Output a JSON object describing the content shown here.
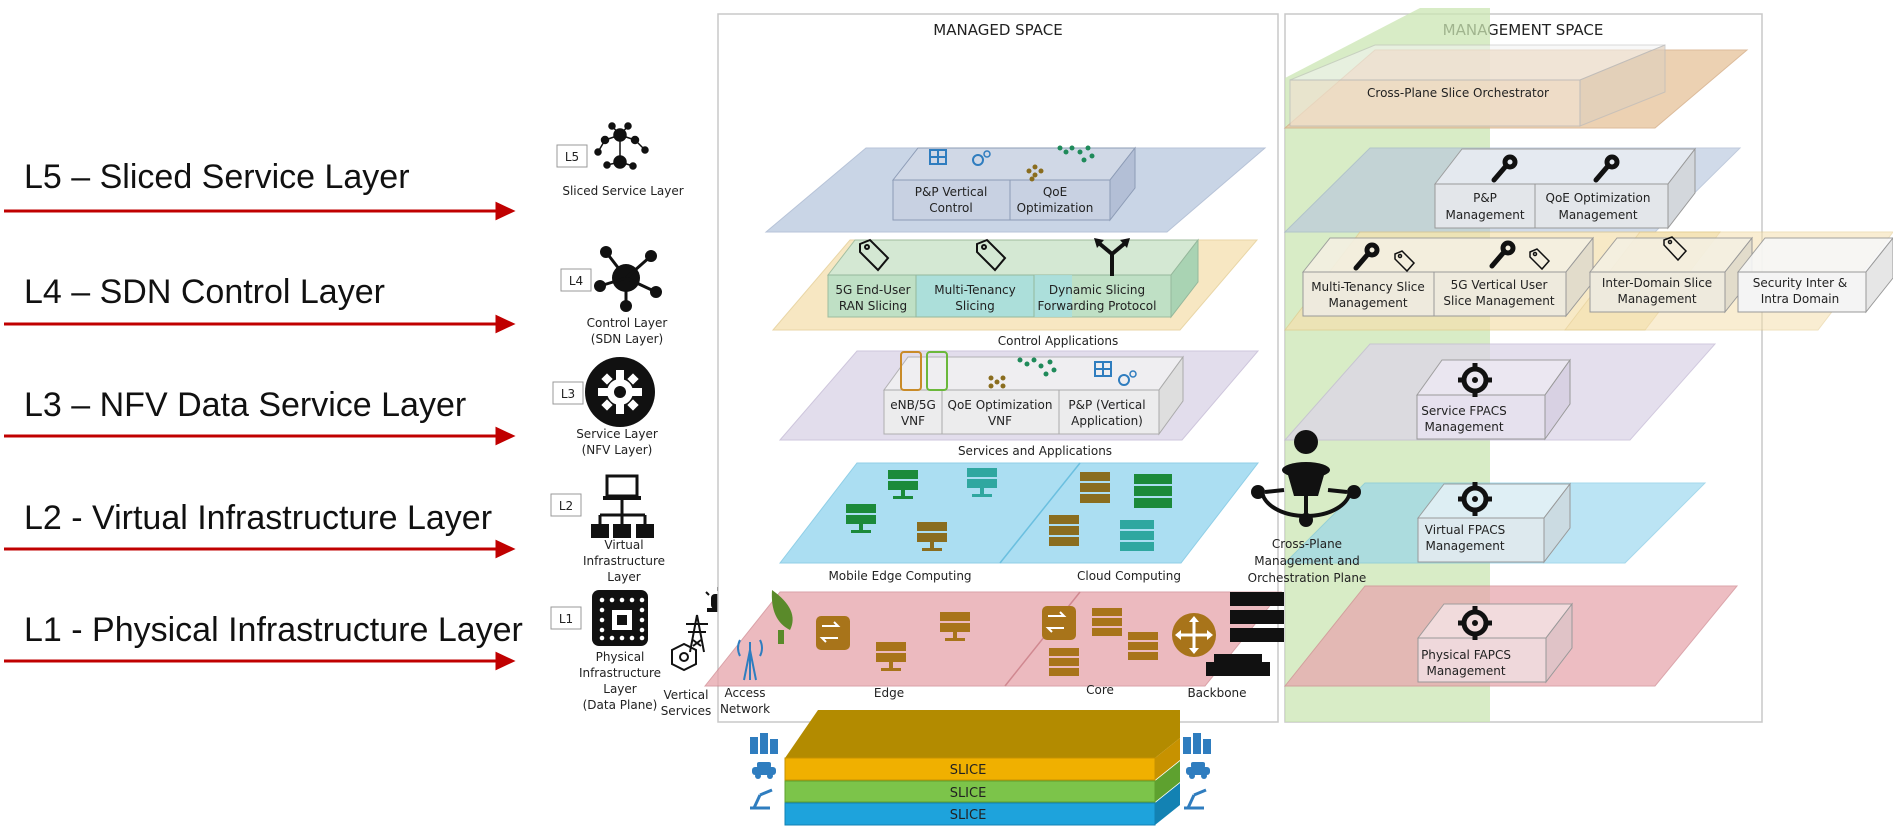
{
  "layers_left": [
    {
      "label": "L5 – Sliced Service Layer"
    },
    {
      "label": "L4 – SDN Control Layer"
    },
    {
      "label": "L3 – NFV Data Service Layer"
    },
    {
      "label": "L2 - Virtual Infrastructure Layer"
    },
    {
      "label": "L1 - Physical Infrastructure Layer"
    }
  ],
  "layer_icons": [
    {
      "tag": "L5",
      "caption": [
        "Sliced Service Layer"
      ],
      "icon": "network-cluster-icon"
    },
    {
      "tag": "L4",
      "caption": [
        "Control Layer",
        "(SDN Layer)"
      ],
      "icon": "hub-icon"
    },
    {
      "tag": "L3",
      "caption": [
        "Service Layer",
        "(NFV Layer)"
      ],
      "icon": "gear-icon"
    },
    {
      "tag": "L2",
      "caption": [
        "Virtual",
        "Infrastructure",
        "Layer"
      ],
      "icon": "hierarchy-icon"
    },
    {
      "tag": "L1",
      "caption": [
        "Physical",
        "Infrastructure",
        "Layer",
        "(Data Plane)"
      ],
      "icon": "chip-icon"
    }
  ],
  "vertical_services": [
    "Vertical",
    "Services"
  ],
  "managed_space": {
    "title": "MANAGED SPACE",
    "l5_boxes": [
      [
        "P&P Vertical",
        "Control"
      ],
      [
        "QoE",
        "Optimization"
      ]
    ],
    "l4_boxes": [
      [
        "5G End-User",
        "RAN Slicing"
      ],
      [
        "Multi-Tenancy",
        "Slicing"
      ],
      [
        "Dynamic Slicing",
        "Forwarding Protocol"
      ]
    ],
    "control_applications": "Control Applications",
    "l3_boxes": [
      [
        "eNB/5G",
        "VNF"
      ],
      [
        "QoE Optimization",
        "VNF"
      ],
      [
        "P&P (Vertical",
        "Application)"
      ]
    ],
    "services_and_applications": "Services and Applications",
    "mobile_edge": "Mobile Edge Computing",
    "cloud": "Cloud Computing",
    "l1_labels": [
      [
        "Access",
        "Network"
      ],
      [
        "Edge"
      ],
      [
        "Core"
      ],
      [
        "Backbone"
      ]
    ]
  },
  "cross_plane": [
    "Cross-Plane",
    "Management and",
    "Orchestration Plane"
  ],
  "management_space": {
    "title": "MANAGEMENT SPACE",
    "orchestrator": "Cross-Plane Slice Orchestrator",
    "l5_boxes": [
      [
        "P&P",
        "Management"
      ],
      [
        "QoE Optimization",
        "Management"
      ]
    ],
    "l4_boxes": [
      [
        "Multi-Tenancy Slice",
        "Management"
      ],
      [
        "5G Vertical User",
        "Slice Management"
      ],
      [
        "Inter-Domain Slice",
        "Management"
      ],
      [
        "Security Inter &",
        "Intra Domain"
      ]
    ],
    "l3_box": [
      "Service FPACS",
      "Management"
    ],
    "l2_box": [
      "Virtual FPACS",
      "Management"
    ],
    "l1_box": [
      "Physical FAPCS",
      "Management"
    ]
  },
  "slices": [
    "SLICE",
    "SLICE",
    "SLICE"
  ],
  "colors": {
    "arrow": "#c00000",
    "l5_plane": "#b8c7de",
    "l4_plane": "#f5e0ae",
    "l3_plane": "#dcd5e8",
    "l2_plane": "#8fd3ee",
    "l1_plane": "#e7a7ae",
    "green_strip": "#cbe6b3",
    "orchestrator": "#e9c9a5",
    "slice_top": "#b38b00",
    "slice_orange": "#f0b000",
    "slice_green": "#7cc44a",
    "slice_blue": "#1ea3dc"
  }
}
